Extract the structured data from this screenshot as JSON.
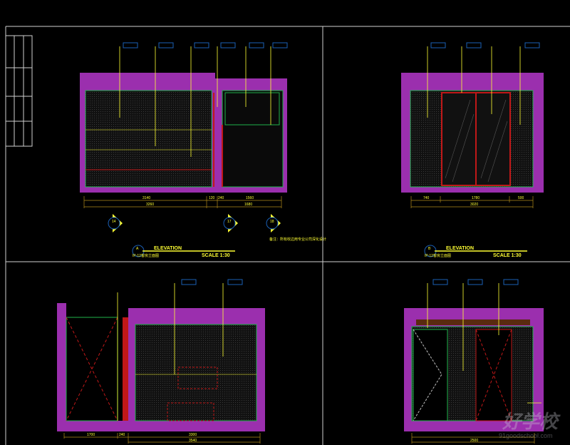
{
  "elevations": [
    {
      "marker": "A",
      "title": "ELEVATION",
      "code": "IP-12客房立面图",
      "scale": "SCALE 1:30",
      "dims_top": [
        "3140",
        "120",
        "240",
        "1560"
      ],
      "dims_total": [
        "3260",
        "1680"
      ],
      "section_marks": [
        "14",
        "17",
        "18"
      ],
      "note": "备注：所有收边用专业公司深化设计"
    },
    {
      "marker": "B",
      "title": "ELEVATION",
      "code": "IP-12客房立面图",
      "scale": "SCALE 1:30",
      "dims_top": [
        "740",
        "1780",
        "500"
      ],
      "dims_total": [
        "3020"
      ]
    },
    {
      "dims_top": [
        "1700",
        "240",
        "3300"
      ],
      "dims_total": [
        "3540"
      ]
    },
    {
      "dims_total": [
        "2500"
      ]
    }
  ],
  "watermark": {
    "logo": "好学校",
    "url": "91goodschool.com"
  },
  "colors": {
    "background": "#000000",
    "text": "#ffff33",
    "wall": "#9b2fae",
    "frame": "#ffffff",
    "dim": "#b08a1a",
    "green": "#1fb34a",
    "red": "#c01818",
    "blue": "#1a5fb4"
  }
}
